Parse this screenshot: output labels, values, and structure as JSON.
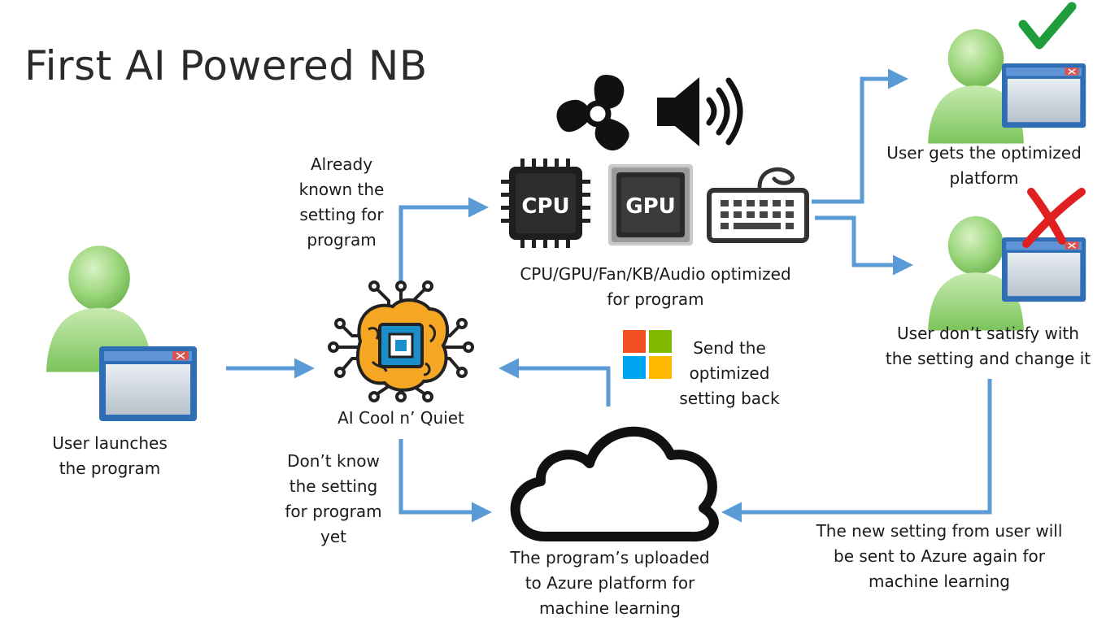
{
  "title": "First AI Powered NB",
  "labels": {
    "user_launch": "User launches\nthe program",
    "already_known": "Already\nknown the\nsetting for\nprogram",
    "ai_name": "AI Cool n’ Quiet",
    "dont_know": "Don’t know\nthe setting\nfor program\nyet",
    "optimized": "CPU/GPU/Fan/KB/Audio optimized\nfor program",
    "send_back": "Send the\noptimized\nsetting back",
    "uploaded": "The program’s uploaded\nto Azure platform for\nmachine learning",
    "user_gets": "User gets the optimized\nplatform",
    "user_unsatisfied": "User don’t satisfy with\nthe setting and change it",
    "new_setting": "The new setting from user will\nbe sent to Azure again for\nmachine learning"
  },
  "chips": {
    "cpu": "CPU",
    "gpu": "GPU"
  },
  "colors": {
    "arrow": "#5b9bd5",
    "user_green": "#8fd16a",
    "window_blue": "#2f6db5",
    "brain_orange": "#f5a623",
    "check_green": "#1f9d3a",
    "cross_red": "#e02020",
    "ms_red": "#f25022",
    "ms_green": "#7fba00",
    "ms_blue": "#00a4ef",
    "ms_yellow": "#ffb900"
  },
  "icons": [
    "user-icon",
    "window-icon",
    "fan-icon",
    "speaker-icon",
    "cpu-chip-icon",
    "gpu-chip-icon",
    "keyboard-icon",
    "ai-brain-chip-icon",
    "microsoft-logo-icon",
    "cloud-icon",
    "checkmark-icon",
    "cross-icon"
  ]
}
